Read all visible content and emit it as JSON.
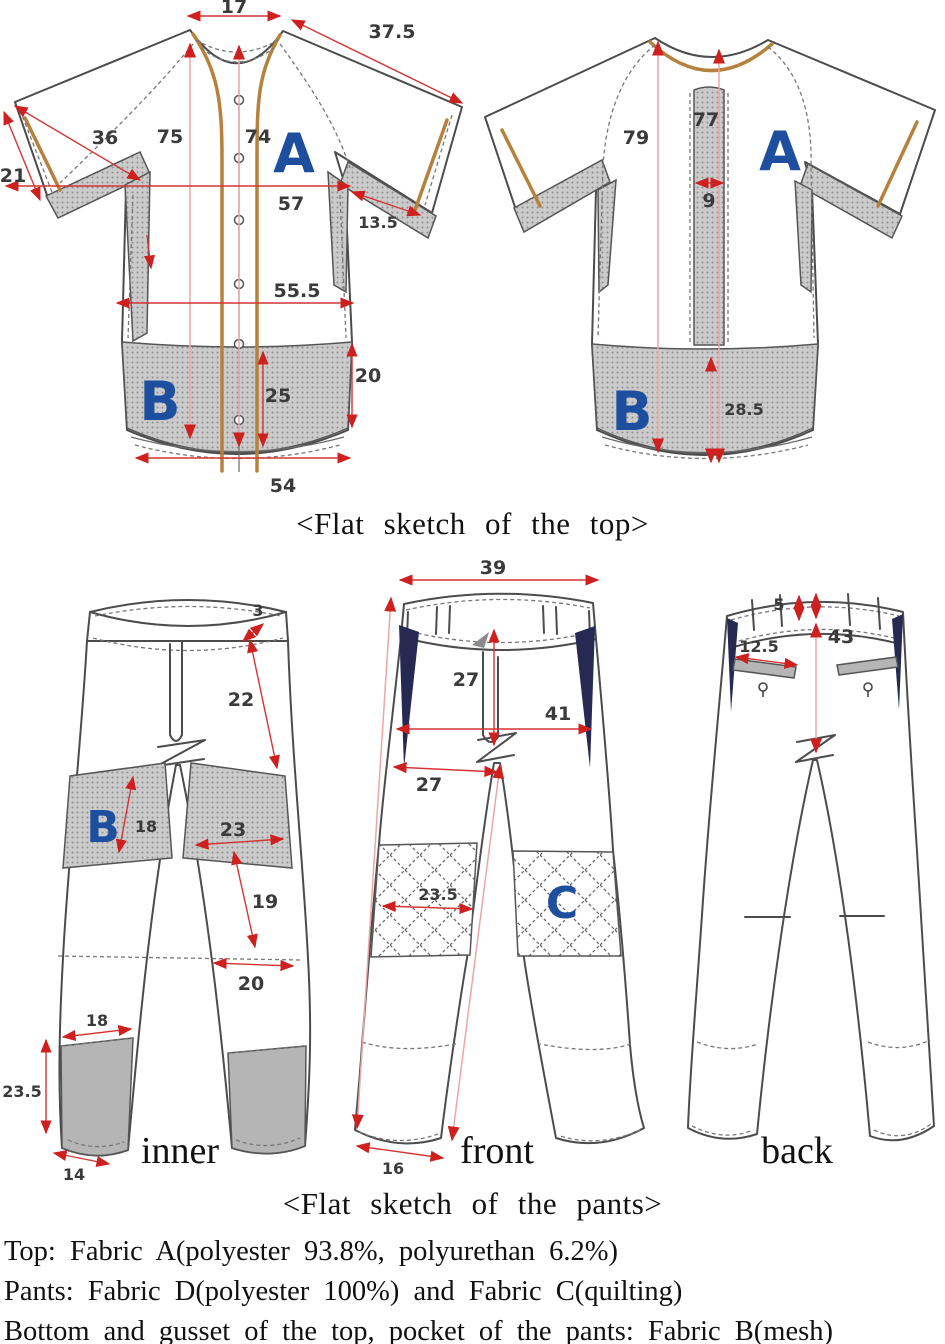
{
  "colors": {
    "dimension_red": "#d63434",
    "dimension_pale": "#eda6a6",
    "fabric_label_blue": "#1d4f9e",
    "trim_gold": "#b5813c",
    "mesh_gray": "#cbcbcb",
    "solid_gray": "#b5b5b5",
    "panel_navy": "#262a52",
    "outline_gray": "#4c4c4c"
  },
  "top_sketch": {
    "caption": "<Flat sketch of the top>",
    "front": {
      "fabric_a": "A",
      "fabric_b": "B",
      "dims": {
        "collar_width": "17",
        "shoulder_sleeve": "37.5",
        "sleeve_length": "36",
        "sleeve_opening": "21",
        "side_length": "75",
        "center_front_length": "74",
        "chest_width": "57",
        "sleeve_band": "13.5",
        "waist_width": "55.5",
        "band_center_height": "25",
        "band_side_height": "20",
        "hem_width": "54"
      }
    },
    "back": {
      "fabric_a": "A",
      "fabric_b": "B",
      "dims": {
        "back_length": "79",
        "center_back_length": "77",
        "stripe_width": "9",
        "band_height": "28.5"
      }
    }
  },
  "pants_sketch": {
    "caption": "<Flat sketch of the pants>",
    "inner": {
      "view_label": "inner",
      "fabric_b": "B",
      "dims": {
        "waistband_height": "3",
        "upper_side": "22",
        "knee_panel_height": "18",
        "knee_panel_width": "23",
        "below_knee": "19",
        "calf_width": "20",
        "cuff_top_width": "18",
        "cuff_height": "23.5",
        "hem_width": "14"
      }
    },
    "front": {
      "view_label": "front",
      "fabric_c": "C",
      "dims": {
        "waist_width": "39",
        "front_rise": "27",
        "hip_width": "41",
        "thigh_width": "27",
        "knee_width": "23.5",
        "hem_width": "16"
      }
    },
    "back": {
      "view_label": "back",
      "dims": {
        "waistband_height": "5",
        "back_rise": "43",
        "pocket_width": "12.5"
      }
    }
  },
  "notes": {
    "line1": "Top: Fabric A(polyester 93.8%, polyurethan 6.2%)",
    "line2": "Pants: Fabric D(polyester 100%) and Fabric C(quilting)",
    "line3": "Bottom and gusset of the top, pocket of the pants: Fabric B(mesh)"
  }
}
